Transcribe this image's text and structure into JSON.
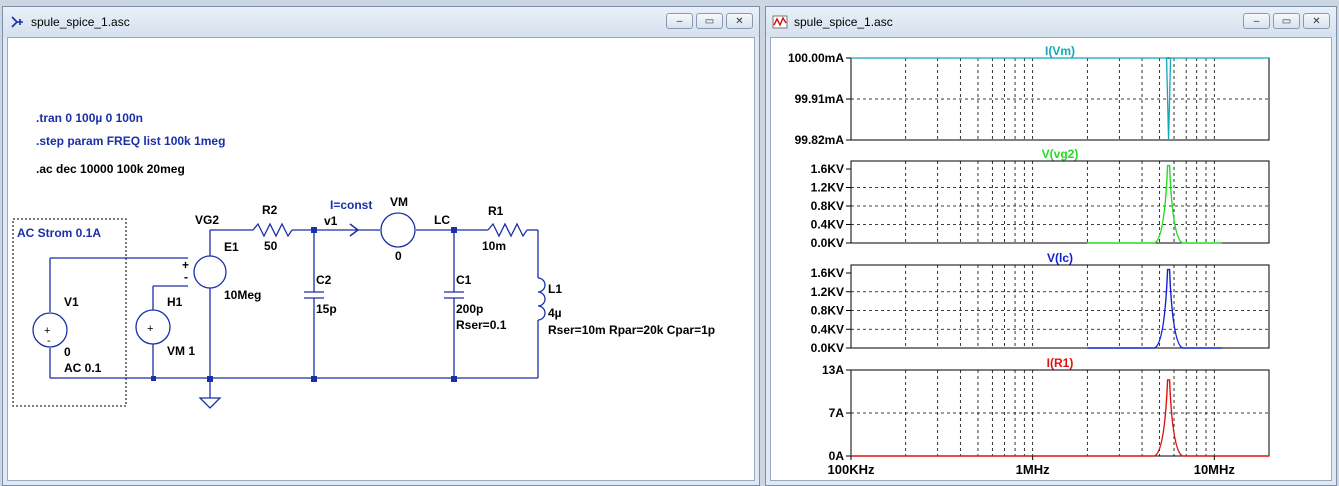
{
  "schematic_window": {
    "title": "spule_spice_1.asc",
    "directives": [
      ".tran 0 100µ 0 100n",
      ".step  param FREQ list 100k 1meg",
      ".ac dec 10000 100k 20meg"
    ],
    "box_label": "AC Strom 0.1A",
    "labels": {
      "vg2": "VG2",
      "r2": "R2",
      "r2_val": "50",
      "e1": "E1",
      "e1_val": "10Meg",
      "iconst": "I=const",
      "v1net": "v1",
      "vm": "VM",
      "vm_val": "0",
      "lc": "LC",
      "r1": "R1",
      "r1_val": "10m",
      "c2": "C2",
      "c2_val": "15p",
      "c1": "C1",
      "c1_val": "200p",
      "c1_rser": "Rser=0.1",
      "l1": "L1",
      "l1_val": "4µ",
      "l1_params": "Rser=10m Rpar=20k Cpar=1p",
      "v1": "V1",
      "v1_dc": "0",
      "v1_ac": "AC 0.1",
      "h1": "H1",
      "h1_val": "VM 1",
      "plus1": "+",
      "minus1": "-",
      "plus2": "+",
      "minus2": "-"
    }
  },
  "plot_window": {
    "title": "spule_spice_1.asc",
    "x_ticks": [
      "100KHz",
      "1MHz",
      "10MHz"
    ]
  },
  "window_buttons": {
    "minimize": "‒",
    "maximize": "▭",
    "close": "✕"
  },
  "colors": {
    "trace_vm": "#10a8b8",
    "trace_vg2": "#22dd22",
    "trace_lc": "#1020d8",
    "trace_r1": "#e01010",
    "wire": "#1a2fa8"
  },
  "chart_data": [
    {
      "type": "line",
      "title": "I(Vm)",
      "yticks": [
        "100.00mA",
        "99.91mA",
        "99.82mA"
      ],
      "ylim": [
        99.82,
        100.0
      ],
      "yunit": "mA",
      "xscale": "log",
      "xlim": [
        100000,
        20000000
      ],
      "resonance_x": 5600000
    },
    {
      "type": "line",
      "title": "V(vg2)",
      "yticks": [
        "1.6KV",
        "1.2KV",
        "0.8KV",
        "0.4KV",
        "0.0KV"
      ],
      "ylim": [
        0,
        1.8
      ],
      "yunit": "KV",
      "xscale": "log",
      "xlim": [
        100000,
        20000000
      ],
      "resonance_x": 5600000,
      "peak": 1.7
    },
    {
      "type": "line",
      "title": "V(lc)",
      "yticks": [
        "1.6KV",
        "1.2KV",
        "0.8KV",
        "0.4KV",
        "0.0KV"
      ],
      "ylim": [
        0,
        1.8
      ],
      "yunit": "KV",
      "xscale": "log",
      "xlim": [
        100000,
        20000000
      ],
      "resonance_x": 5600000,
      "peak": 1.7
    },
    {
      "type": "line",
      "title": "I(R1)",
      "yticks": [
        "13A",
        "7A",
        "0A"
      ],
      "ylim": [
        0,
        13
      ],
      "yunit": "A",
      "xscale": "log",
      "xlim": [
        100000,
        20000000
      ],
      "resonance_x": 5600000,
      "peak": 11.5
    }
  ]
}
